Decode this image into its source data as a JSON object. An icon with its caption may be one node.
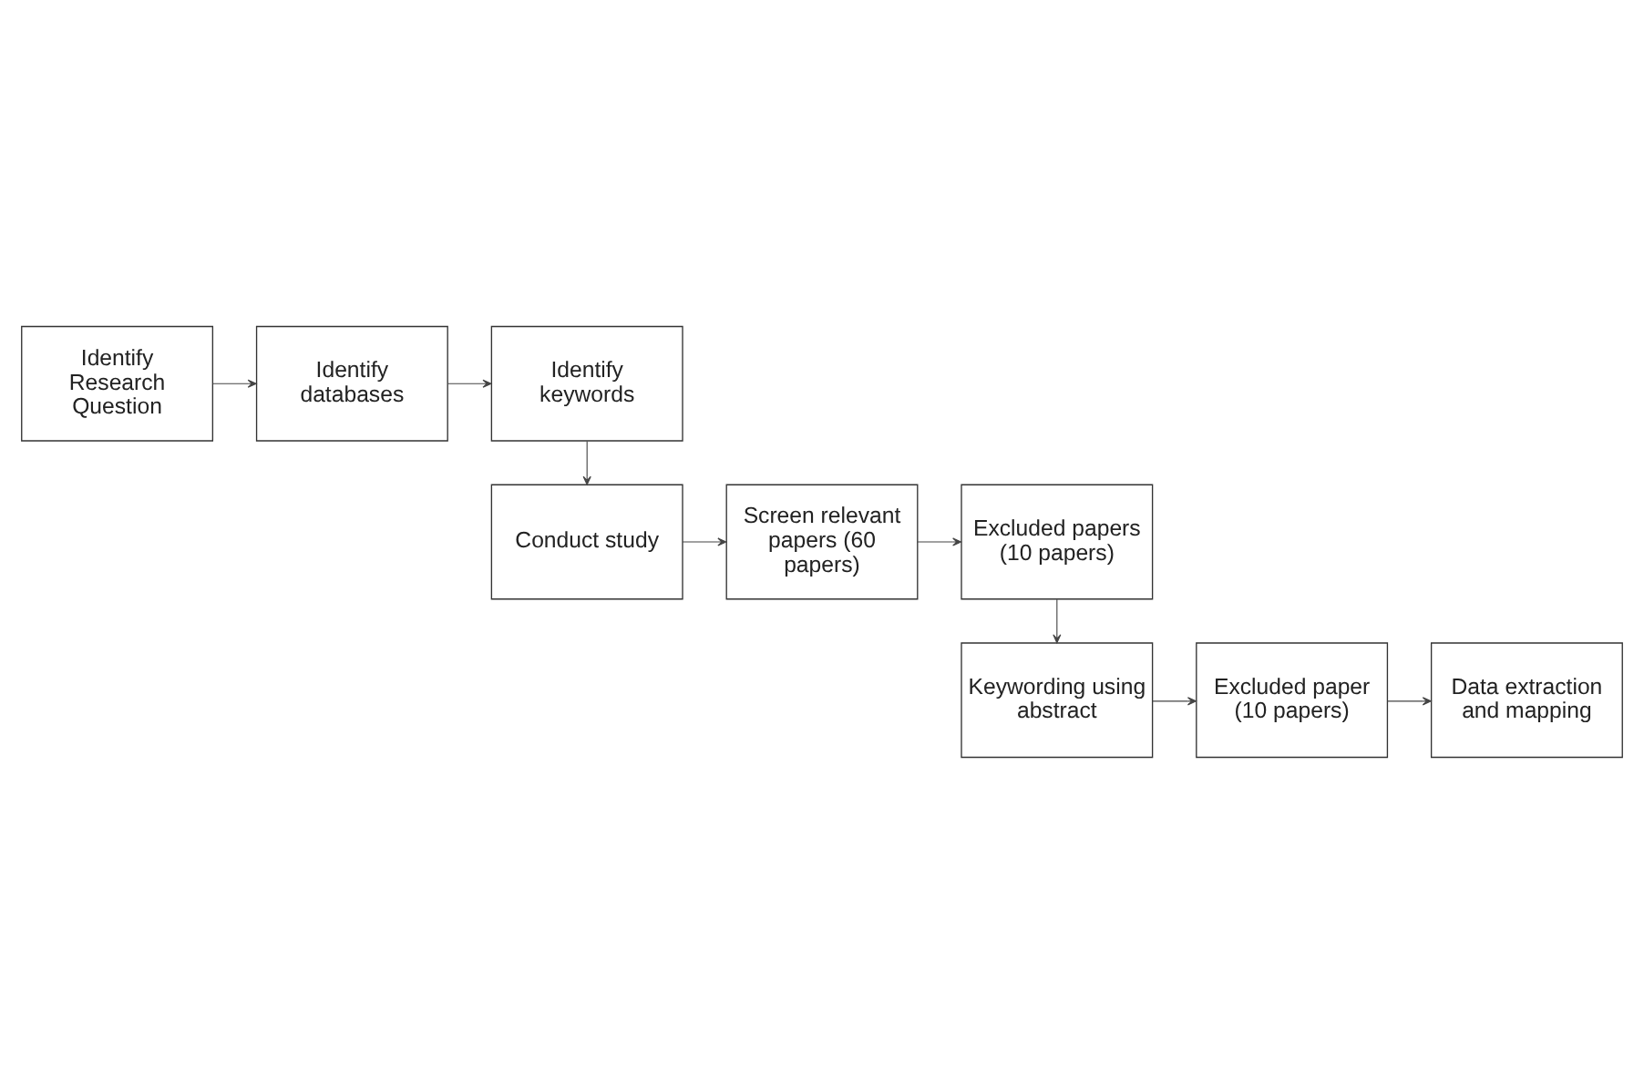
{
  "diagram": {
    "nodes": [
      {
        "text": [
          "Identify Research Question"
        ]
      },
      {
        "text": [
          "Identify databases"
        ]
      },
      {
        "text": [
          "Identify keywords"
        ]
      },
      {
        "text": [
          "Conduct study"
        ]
      },
      {
        "text": [
          "Screen relevant papers (60 papers)"
        ]
      },
      {
        "text": [
          "Excluded papers (10 papers)"
        ]
      },
      {
        "text": [
          "Keywording using abstract"
        ]
      },
      {
        "text": [
          "Excluded paper (10 papers)"
        ]
      },
      {
        "text": [
          "Data extraction and mapping"
        ]
      }
    ],
    "edges": [
      {
        "from": 0,
        "to": 1,
        "arrow": "to"
      },
      {
        "from": 1,
        "to": 2,
        "arrow": "to"
      },
      {
        "from": 2,
        "to": 3,
        "arrow": "to"
      },
      {
        "from": 3,
        "to": 4,
        "arrow": "to"
      },
      {
        "from": 4,
        "to": 5,
        "arrow": "to"
      },
      {
        "from": 5,
        "to": 6,
        "arrow": "to"
      },
      {
        "from": 6,
        "to": 7,
        "arrow": "to"
      },
      {
        "from": 7,
        "to": 8,
        "arrow": "to"
      }
    ]
  }
}
